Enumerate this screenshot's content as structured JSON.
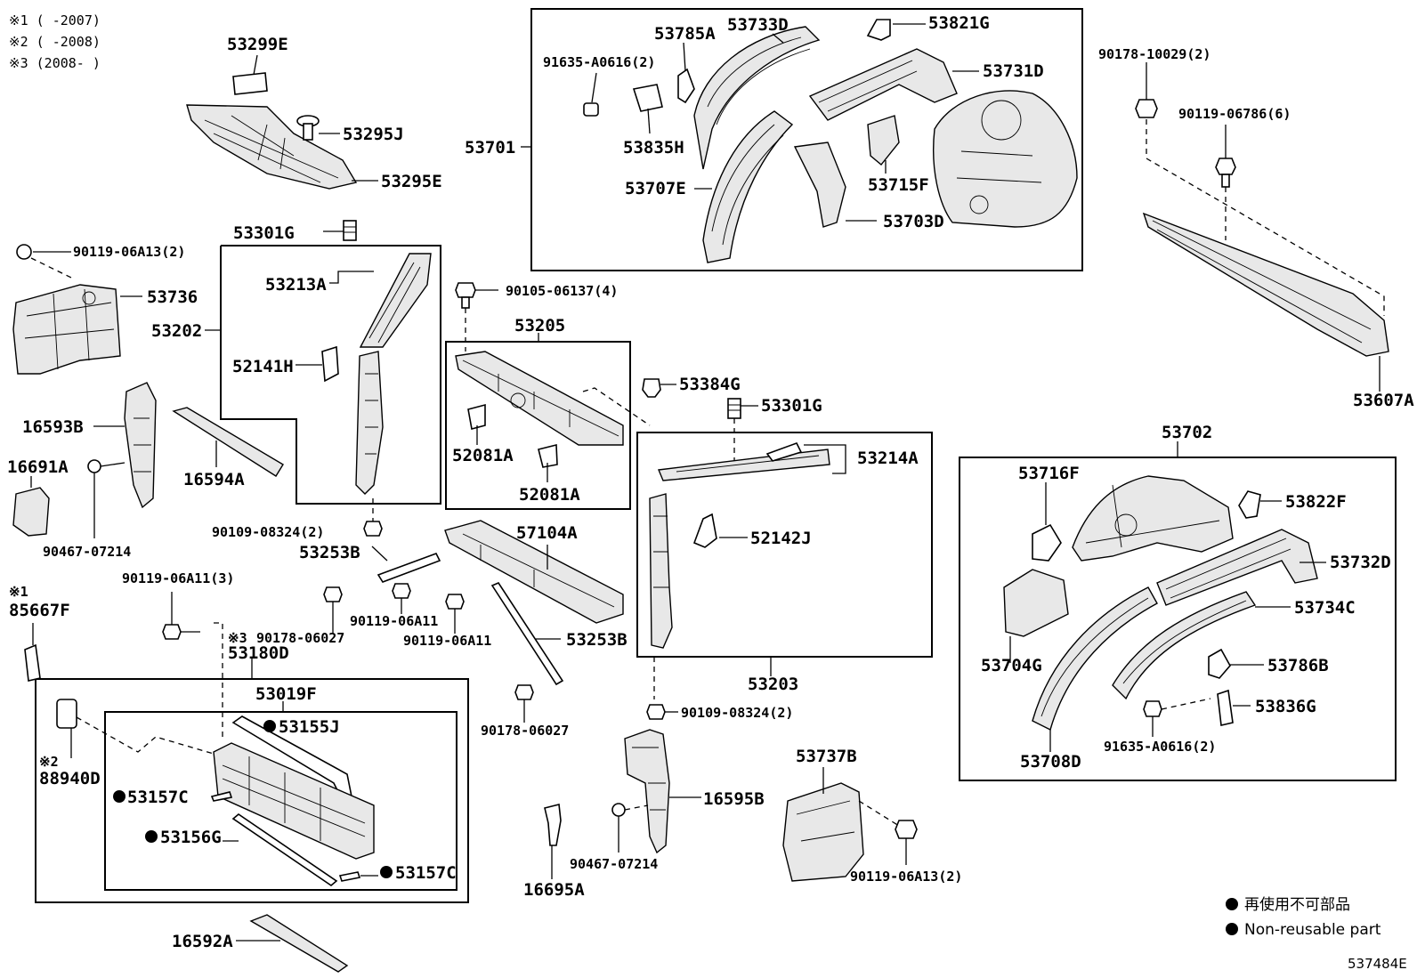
{
  "notes": {
    "n1": "※1 (     -2007)",
    "n2": "※2 (     -2008)",
    "n3": "※3 (2008-     )"
  },
  "labels": {
    "p53299E": "53299E",
    "p53295J": "53295J",
    "p53295E": "53295E",
    "p53701": "53701",
    "p91635_A0616_2_top": "91635-A0616(2)",
    "p53785A": "53785A",
    "p53733D": "53733D",
    "p53821G": "53821G",
    "p53731D": "53731D",
    "p53835H": "53835H",
    "p53707E": "53707E",
    "p53715F": "53715F",
    "p53703D": "53703D",
    "p90178_10029_2": "90178-10029(2)",
    "p90119_06786_6": "90119-06786(6)",
    "p53607A": "53607A",
    "p90119_06A13_2_top": "90119-06A13(2)",
    "p53736": "53736",
    "p53301G_top": "53301G",
    "p53213A": "53213A",
    "p53202": "53202",
    "p52141H": "52141H",
    "p90105_06137_4": "90105-06137(4)",
    "p53205": "53205",
    "p52081A_a": "52081A",
    "p52081A_b": "52081A",
    "p53384G": "53384G",
    "p53301G_mid": "53301G",
    "p53214A": "53214A",
    "p52142J": "52142J",
    "p53203": "53203",
    "p16593B": "16593B",
    "p16691A": "16691A",
    "p16594A": "16594A",
    "p90467_07214_left": "90467-07214",
    "p90109_08324_2_a": "90109-08324(2)",
    "p53253B_top": "53253B",
    "p57104A": "57104A",
    "p90119_06A11_3": "90119-06A11(3)",
    "p90178_06027_a": "90178-06027",
    "p90119_06A11_a": "90119-06A11",
    "p90119_06A11_b": "90119-06A11",
    "p53253B_bot": "53253B",
    "p90178_06027_b": "90178-06027",
    "p53702": "53702",
    "p53716F": "53716F",
    "p53822F": "53822F",
    "p53732D": "53732D",
    "p53734C": "53734C",
    "p53704G": "53704G",
    "p53786B": "53786B",
    "p53836G": "53836G",
    "p91635_A0616_2_right": "91635-A0616(2)",
    "p53708D": "53708D",
    "p85667F_mark": "※1",
    "p85667F": "85667F",
    "p53180D_mark": "※3",
    "p53180D": "53180D",
    "p53019F": "53019F",
    "p53155J": "53155J",
    "p88940D_mark": "※2",
    "p88940D": "88940D",
    "p53157C_a": "53157C",
    "p53156G": "53156G",
    "p53157C_b": "53157C",
    "p90109_08324_2_b": "90109-08324(2)",
    "p16595B": "16595B",
    "p90467_07214_right": "90467-07214",
    "p16695A": "16695A",
    "p53737B": "53737B",
    "p90119_06A13_2_bot": "90119-06A13(2)",
    "p16592A": "16592A"
  },
  "legend": {
    "jp": "再使用不可部品",
    "en": "Non-reusable part"
  },
  "drawing_id": "537484E"
}
